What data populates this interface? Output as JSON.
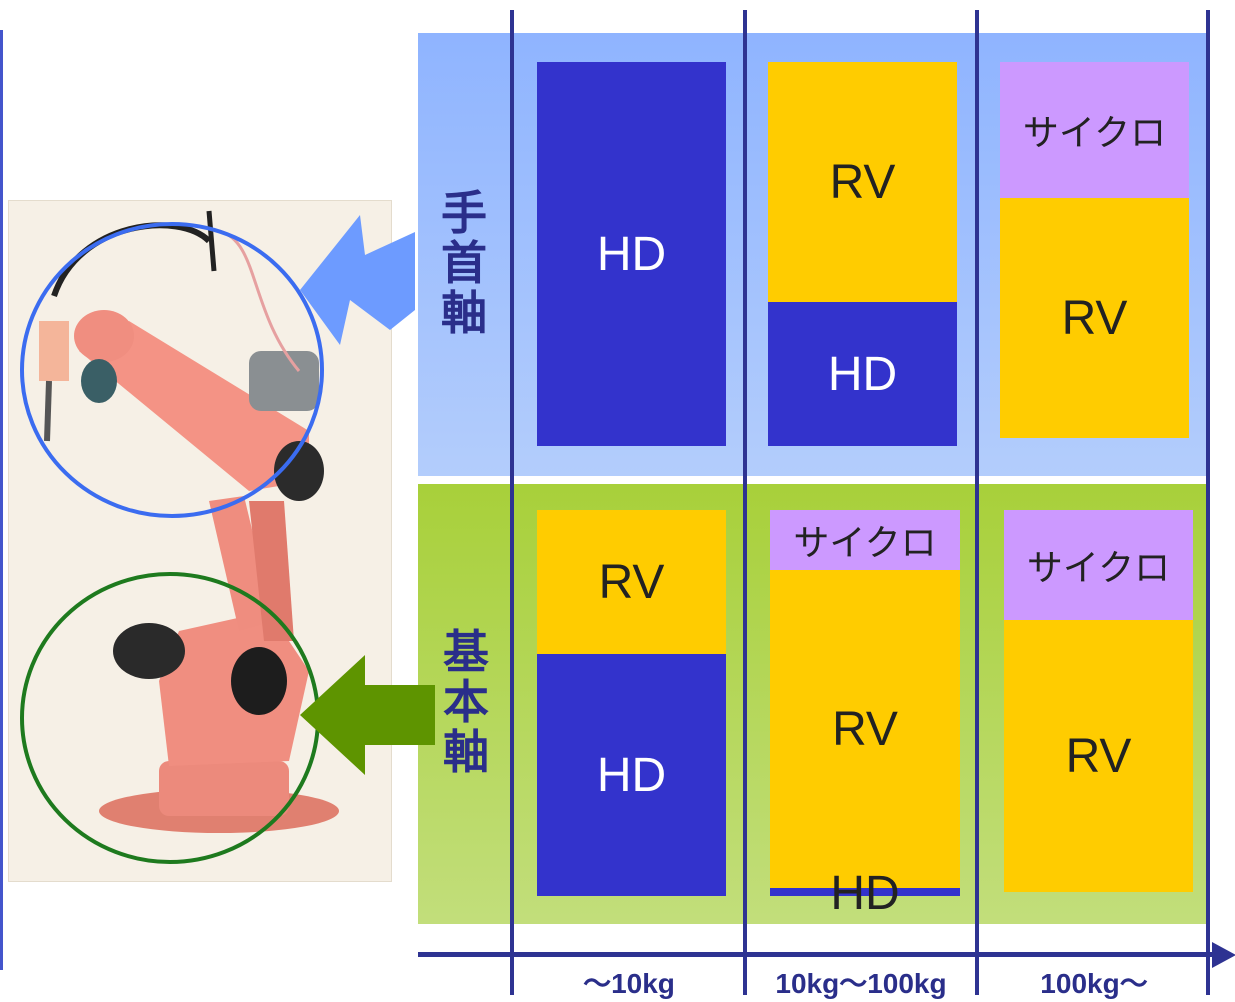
{
  "bands": {
    "upper_label": "手\n首\n軸",
    "lower_label": "基\n本\n軸"
  },
  "columns": [
    {
      "label": "〜10kg",
      "upper": [
        {
          "name": "HD",
          "color": "#3333cc"
        }
      ],
      "lower": [
        {
          "name": "RV",
          "color": "#ffcc00"
        },
        {
          "name": "HD",
          "color": "#3333cc"
        }
      ]
    },
    {
      "label": "10kg〜100kg",
      "upper": [
        {
          "name": "RV",
          "color": "#ffcc00"
        },
        {
          "name": "HD",
          "color": "#3333cc"
        }
      ],
      "lower": [
        {
          "name": "サイクロ",
          "color": "#cc99ff"
        },
        {
          "name": "RV",
          "color": "#ffcc00"
        },
        {
          "name": "HD",
          "color": "#3333cc"
        }
      ]
    },
    {
      "label": "100kg〜",
      "upper": [
        {
          "name": "サイクロ",
          "color": "#cc99ff"
        },
        {
          "name": "RV",
          "color": "#ffcc00"
        }
      ],
      "lower": [
        {
          "name": "サイクロ",
          "color": "#cc99ff"
        },
        {
          "name": "RV",
          "color": "#ffcc00"
        }
      ]
    }
  ],
  "colors": {
    "upper_band": "#9fbffd",
    "lower_band": "#b5d860",
    "wrist_circle": "#3b6cf0",
    "base_circle": "#1e7a1e",
    "wrist_arrow": "#6d9bff",
    "base_arrow": "#5e9400",
    "axis": "#2e3392"
  },
  "illustration": "industrial-robot-arm"
}
